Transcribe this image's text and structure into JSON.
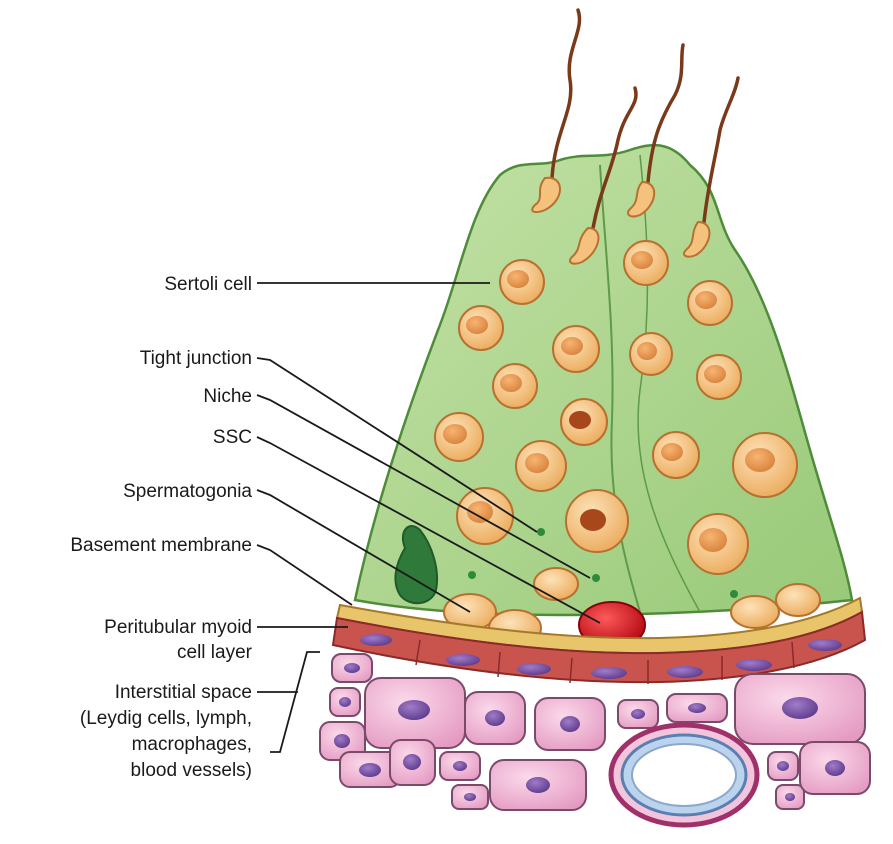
{
  "labels": {
    "sertoli_cell": "Sertoli cell",
    "tight_junction": "Tight junction",
    "niche": "Niche",
    "ssc": "SSC",
    "spermatogonia": "Spermatogonia",
    "basement_membrane": "Basement membrane",
    "peritubular_line1": "Peritubular myoid",
    "peritubular_line2": "cell layer",
    "interstitial_line1": "Interstitial space",
    "interstitial_line2": "(Leydig cells, lymph,",
    "interstitial_line3": "macrophages,",
    "interstitial_line4": "blood vessels)"
  },
  "colors": {
    "sertoli_fill": "#a9d48a",
    "sertoli_outline": "#4f8c3a",
    "germ_cell": "#f5c27e",
    "germ_nucleus": "#e8944a",
    "ssc_red": "#d8151f",
    "basement_membrane": "#e8c46a",
    "myoid_cell": "#c9544e",
    "interstitial_cell": "#f0b2d2",
    "nucleus_purple": "#7a4fa6",
    "sperm_tail": "#7a3a1a"
  }
}
